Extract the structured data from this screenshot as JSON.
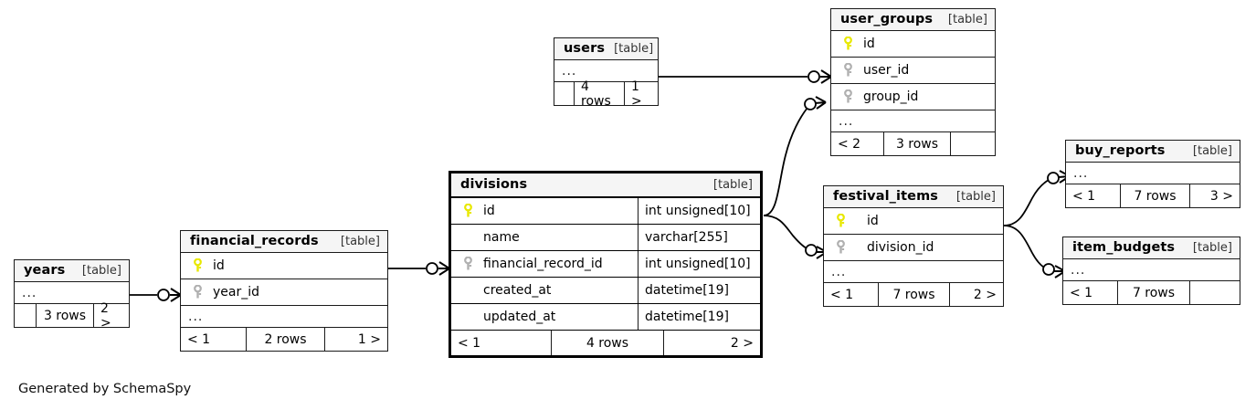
{
  "diagram": {
    "generator_note": "Generated by SchemaSpy",
    "table_tag": "[table]",
    "ellipsis": "...",
    "colors": {
      "primary_key": "#e8e800",
      "foreign_key": "#b0b0b0",
      "header_fill": "#f5f5f5",
      "border": "#1a1a1a",
      "background": "#ffffff"
    }
  },
  "tables": {
    "years": {
      "name": "years",
      "tag": "[table]",
      "columns": [],
      "has_ellipsis_row": true,
      "footer": {
        "left": "",
        "center": "3 rows",
        "right": "2 >"
      }
    },
    "financial_records": {
      "name": "financial_records",
      "tag": "[table]",
      "columns": [
        {
          "key": "primary",
          "name": "id",
          "type": ""
        },
        {
          "key": "foreign",
          "name": "year_id",
          "type": ""
        }
      ],
      "has_ellipsis_row": true,
      "footer": {
        "left": "< 1",
        "center": "2 rows",
        "right": "1 >"
      }
    },
    "divisions": {
      "name": "divisions",
      "tag": "[table]",
      "focused": true,
      "columns": [
        {
          "key": "primary",
          "name": "id",
          "type": "int unsigned[10]"
        },
        {
          "key": "none",
          "name": "name",
          "type": "varchar[255]"
        },
        {
          "key": "foreign",
          "name": "financial_record_id",
          "type": "int unsigned[10]"
        },
        {
          "key": "none",
          "name": "created_at",
          "type": "datetime[19]"
        },
        {
          "key": "none",
          "name": "updated_at",
          "type": "datetime[19]"
        }
      ],
      "has_ellipsis_row": false,
      "footer": {
        "left": "< 1",
        "center": "4 rows",
        "right": "2 >"
      }
    },
    "users": {
      "name": "users",
      "tag": "[table]",
      "columns": [],
      "has_ellipsis_row": true,
      "footer": {
        "left": "",
        "center": "4 rows",
        "right": "1 >"
      }
    },
    "user_groups": {
      "name": "user_groups",
      "tag": "[table]",
      "columns": [
        {
          "key": "primary",
          "name": "id",
          "type": ""
        },
        {
          "key": "foreign",
          "name": "user_id",
          "type": ""
        },
        {
          "key": "foreign",
          "name": "group_id",
          "type": ""
        }
      ],
      "has_ellipsis_row": true,
      "footer": {
        "left": "< 2",
        "center": "3 rows",
        "right": ""
      }
    },
    "festival_items": {
      "name": "festival_items",
      "tag": "[table]",
      "columns": [
        {
          "key": "primary",
          "name": "id",
          "type": ""
        },
        {
          "key": "foreign",
          "name": "division_id",
          "type": ""
        }
      ],
      "has_ellipsis_row": true,
      "footer": {
        "left": "< 1",
        "center": "7 rows",
        "right": "2 >"
      }
    },
    "buy_reports": {
      "name": "buy_reports",
      "tag": "[table]",
      "columns": [],
      "has_ellipsis_row": true,
      "footer": {
        "left": "< 1",
        "center": "7 rows",
        "right": "3 >"
      }
    },
    "item_budgets": {
      "name": "item_budgets",
      "tag": "[table]",
      "columns": [],
      "has_ellipsis_row": true,
      "footer": {
        "left": "< 1",
        "center": "7 rows",
        "right": ""
      }
    }
  },
  "relationships": [
    {
      "from": "years",
      "to": "financial_records.year_id"
    },
    {
      "from": "financial_records.id",
      "to": "divisions.financial_record_id"
    },
    {
      "from": "divisions.id",
      "to": "user_groups.group_id"
    },
    {
      "from": "divisions.id",
      "to": "festival_items.division_id"
    },
    {
      "from": "users",
      "to": "user_groups.user_id"
    },
    {
      "from": "festival_items.id",
      "to": "buy_reports"
    },
    {
      "from": "festival_items.id",
      "to": "item_budgets"
    }
  ]
}
